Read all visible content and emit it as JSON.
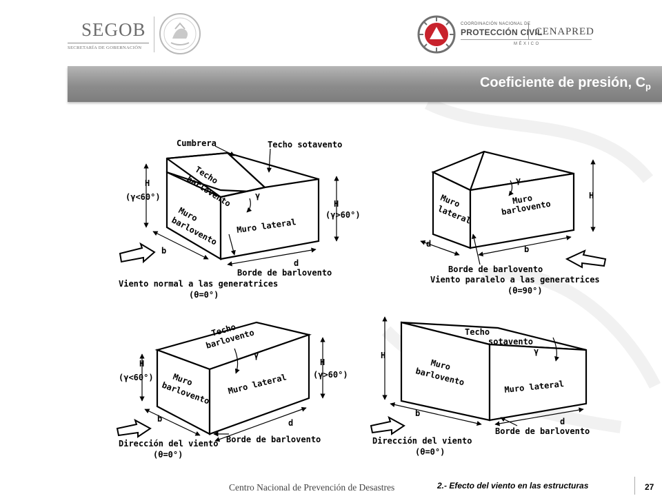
{
  "header": {
    "segob_word": "SEGOB",
    "segob_sub": "SECRETARÍA DE GOBERNACIÓN",
    "pc_line1": "COORDINACIÓN NACIONAL DE",
    "pc_line2": "PROTECCIÓN CIVIL",
    "cenapred": "CENAPRED",
    "mexico": "MÉXICO"
  },
  "slide": {
    "title": "Coeficiente de presión, C",
    "title_sub": "p"
  },
  "figure": {
    "p1": {
      "cumbrera": "Cumbrera",
      "techo_sotavento": "Techo sotavento",
      "techo": "Techo",
      "barlovento_roof": "barlovento",
      "gamma": "γ",
      "H_left": "H",
      "cond_left": "(γ<60°)",
      "muro": "Muro",
      "barlovento_wall": "barlovento",
      "muro_lateral": "Muro lateral",
      "H_right": "H",
      "cond_right": "(γ>60°)",
      "b": "b",
      "d": "d",
      "borde": "Borde de barlovento",
      "caption1": "Viento normal a las generatrices",
      "caption2": "(θ=0°)"
    },
    "p2": {
      "gamma": "γ",
      "H": "H",
      "muro": "Muro",
      "lateral": "lateral",
      "muro2": "Muro",
      "barlovento": "barlovento",
      "d": "d",
      "b": "b",
      "borde": "Borde de barlovento",
      "caption1": "Viento paralelo a las generatrices",
      "caption2": "(θ=90°)"
    },
    "p3": {
      "techo": "Techo",
      "barlovento_roof": "barlovento",
      "gamma": "γ",
      "H_left": "H",
      "cond_left": "(γ<60°)",
      "muro": "Muro",
      "barlovento_wall": "barlovento",
      "muro_lateral": "Muro lateral",
      "H_right": "H",
      "cond_right": "(γ>60°)",
      "b": "b",
      "d": "d",
      "direccion": "Dirección del viento",
      "caption2": "(θ=0°)",
      "borde": "Borde de barlovento"
    },
    "p4": {
      "techo": "Techo",
      "sotavento": "sotavento",
      "gamma": "γ",
      "H": "H",
      "muro": "Muro",
      "barlovento_wall": "barlovento",
      "muro_lateral": "Muro lateral",
      "b": "b",
      "d": "d",
      "direccion": "Dirección del viento",
      "caption2": "(θ=0°)",
      "borde": "Borde de barlovento"
    }
  },
  "footer": {
    "institution": "Centro Nacional de Prevención de Desastres",
    "topic": "2.- Efecto del viento en las estructuras",
    "page": "27"
  },
  "colors": {
    "title_bar": "#8c8c8c",
    "logo_red": "#c8222c",
    "text_gray": "#6d6d6d"
  }
}
